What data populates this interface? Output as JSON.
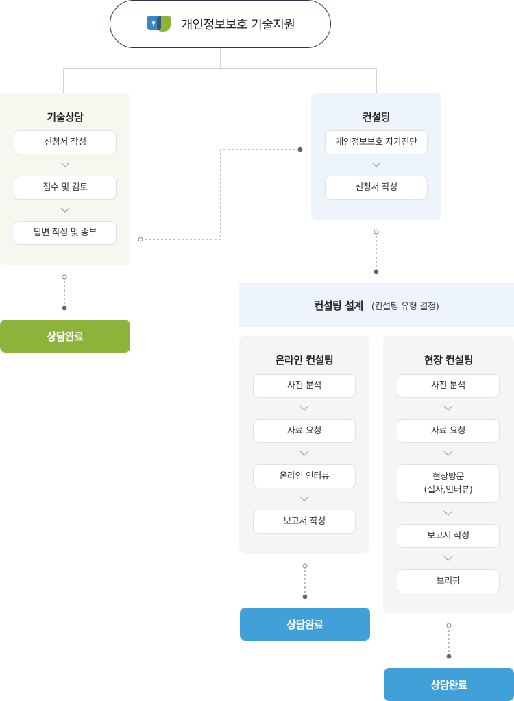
{
  "header": {
    "title": "개인정보보호 기술지원",
    "logo_icon": "privacy-shield-logo"
  },
  "consult": {
    "title": "기술상담",
    "steps": [
      "신청서 작성",
      "접수 및 검토",
      "답변 작성 및 송부"
    ],
    "done_label": "상담완료"
  },
  "consulting": {
    "title": "컨설팅",
    "steps": [
      "개인정보보호 자가진단",
      "신청서 작성"
    ]
  },
  "design": {
    "title": "컨설팅 설계",
    "subtitle": "(컨설팅 유형 결정)"
  },
  "online": {
    "title": "온라인 컨설팅",
    "steps": [
      "사진 분석",
      "자료 요청",
      "온라인 인터뷰",
      "보고서 작성"
    ],
    "done_label": "상담완료"
  },
  "onsite": {
    "title": "현장 컨설팅",
    "steps": [
      "사진 분석",
      "자료 요청",
      "현장방문",
      "(실사,인터뷰)",
      "보고서 작성",
      "브리핑"
    ],
    "done_label": "상담완료"
  },
  "colors": {
    "green": "#8db33a",
    "blue": "#42a0d8",
    "navy": "#2a3550"
  }
}
